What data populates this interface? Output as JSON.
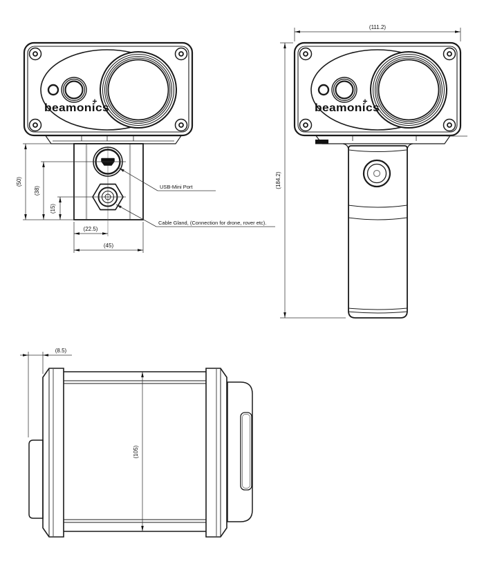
{
  "brand": {
    "logo": "beamonics"
  },
  "views": {
    "front_mount": {
      "dims": {
        "mount_height": "(50)",
        "usb_from_bottom": "(38)",
        "gland_from_bottom": "(15)",
        "gland_offset": "(22.5)",
        "mount_width": "(45)"
      },
      "labels": {
        "usb": "USB-Mini Port",
        "gland": "Cable Gland, (Connection for drone, rover etc)."
      }
    },
    "front_handle": {
      "dims": {
        "width": "(111.2)",
        "total_height": "(184.2)"
      }
    },
    "side": {
      "dims": {
        "lens_protrusion": "(8.5)",
        "body_height": "(105)"
      }
    }
  }
}
